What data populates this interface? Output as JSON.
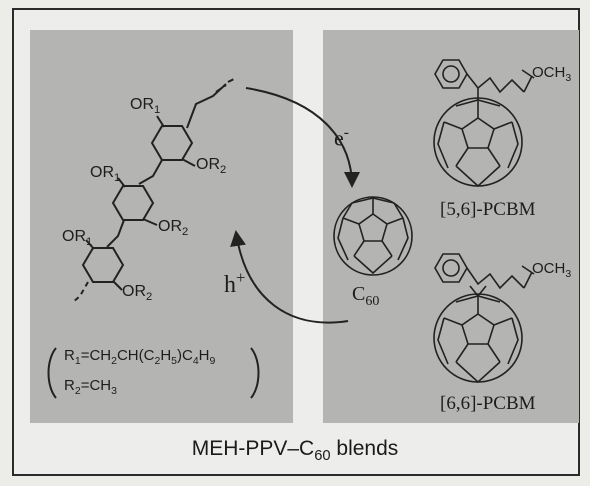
{
  "left_panel": {
    "substituents": {
      "or1_top": "OR",
      "or1_top_sub": "1",
      "or2_top": "OR",
      "or2_top_sub": "2",
      "or1_mid": "OR",
      "or1_mid_sub": "1",
      "or2_mid": "OR",
      "or2_mid_sub": "2",
      "or1_bot": "OR",
      "or1_bot_sub": "1",
      "or2_bot": "OR",
      "or2_bot_sub": "2"
    },
    "definition_r1": "R",
    "definition_r1_sub": "1",
    "definition_r1_rest_a": "=CH",
    "definition_r1_rest_a_sub": "2",
    "definition_r1_rest_b": "CH(C",
    "definition_r1_rest_b_sub": "2",
    "definition_r1_rest_c": "H",
    "definition_r1_rest_c_sub": "5",
    "definition_r1_rest_d": ")C",
    "definition_r1_rest_d_sub": "4",
    "definition_r1_rest_e": "H",
    "definition_r1_rest_e_sub": "9",
    "definition_r2": "R",
    "definition_r2_sub": "2",
    "definition_r2_rest": "=CH",
    "definition_r2_rest_sub": "3"
  },
  "center": {
    "electron": "e",
    "electron_sup": "-",
    "hole": "h",
    "hole_sup": "+",
    "c60": "C",
    "c60_sub": "60"
  },
  "right_panel": {
    "pcbm_top_label": "[5,6]-PCBM",
    "pcbm_bottom_label": "[6,6]-PCBM",
    "ester_top": "OCH",
    "ester_top_sub": "3",
    "ester_bottom": "OCH",
    "ester_bottom_sub": "3"
  },
  "caption": {
    "main": "MEH-PPV–C",
    "sub": "60",
    "suffix": " blends"
  }
}
